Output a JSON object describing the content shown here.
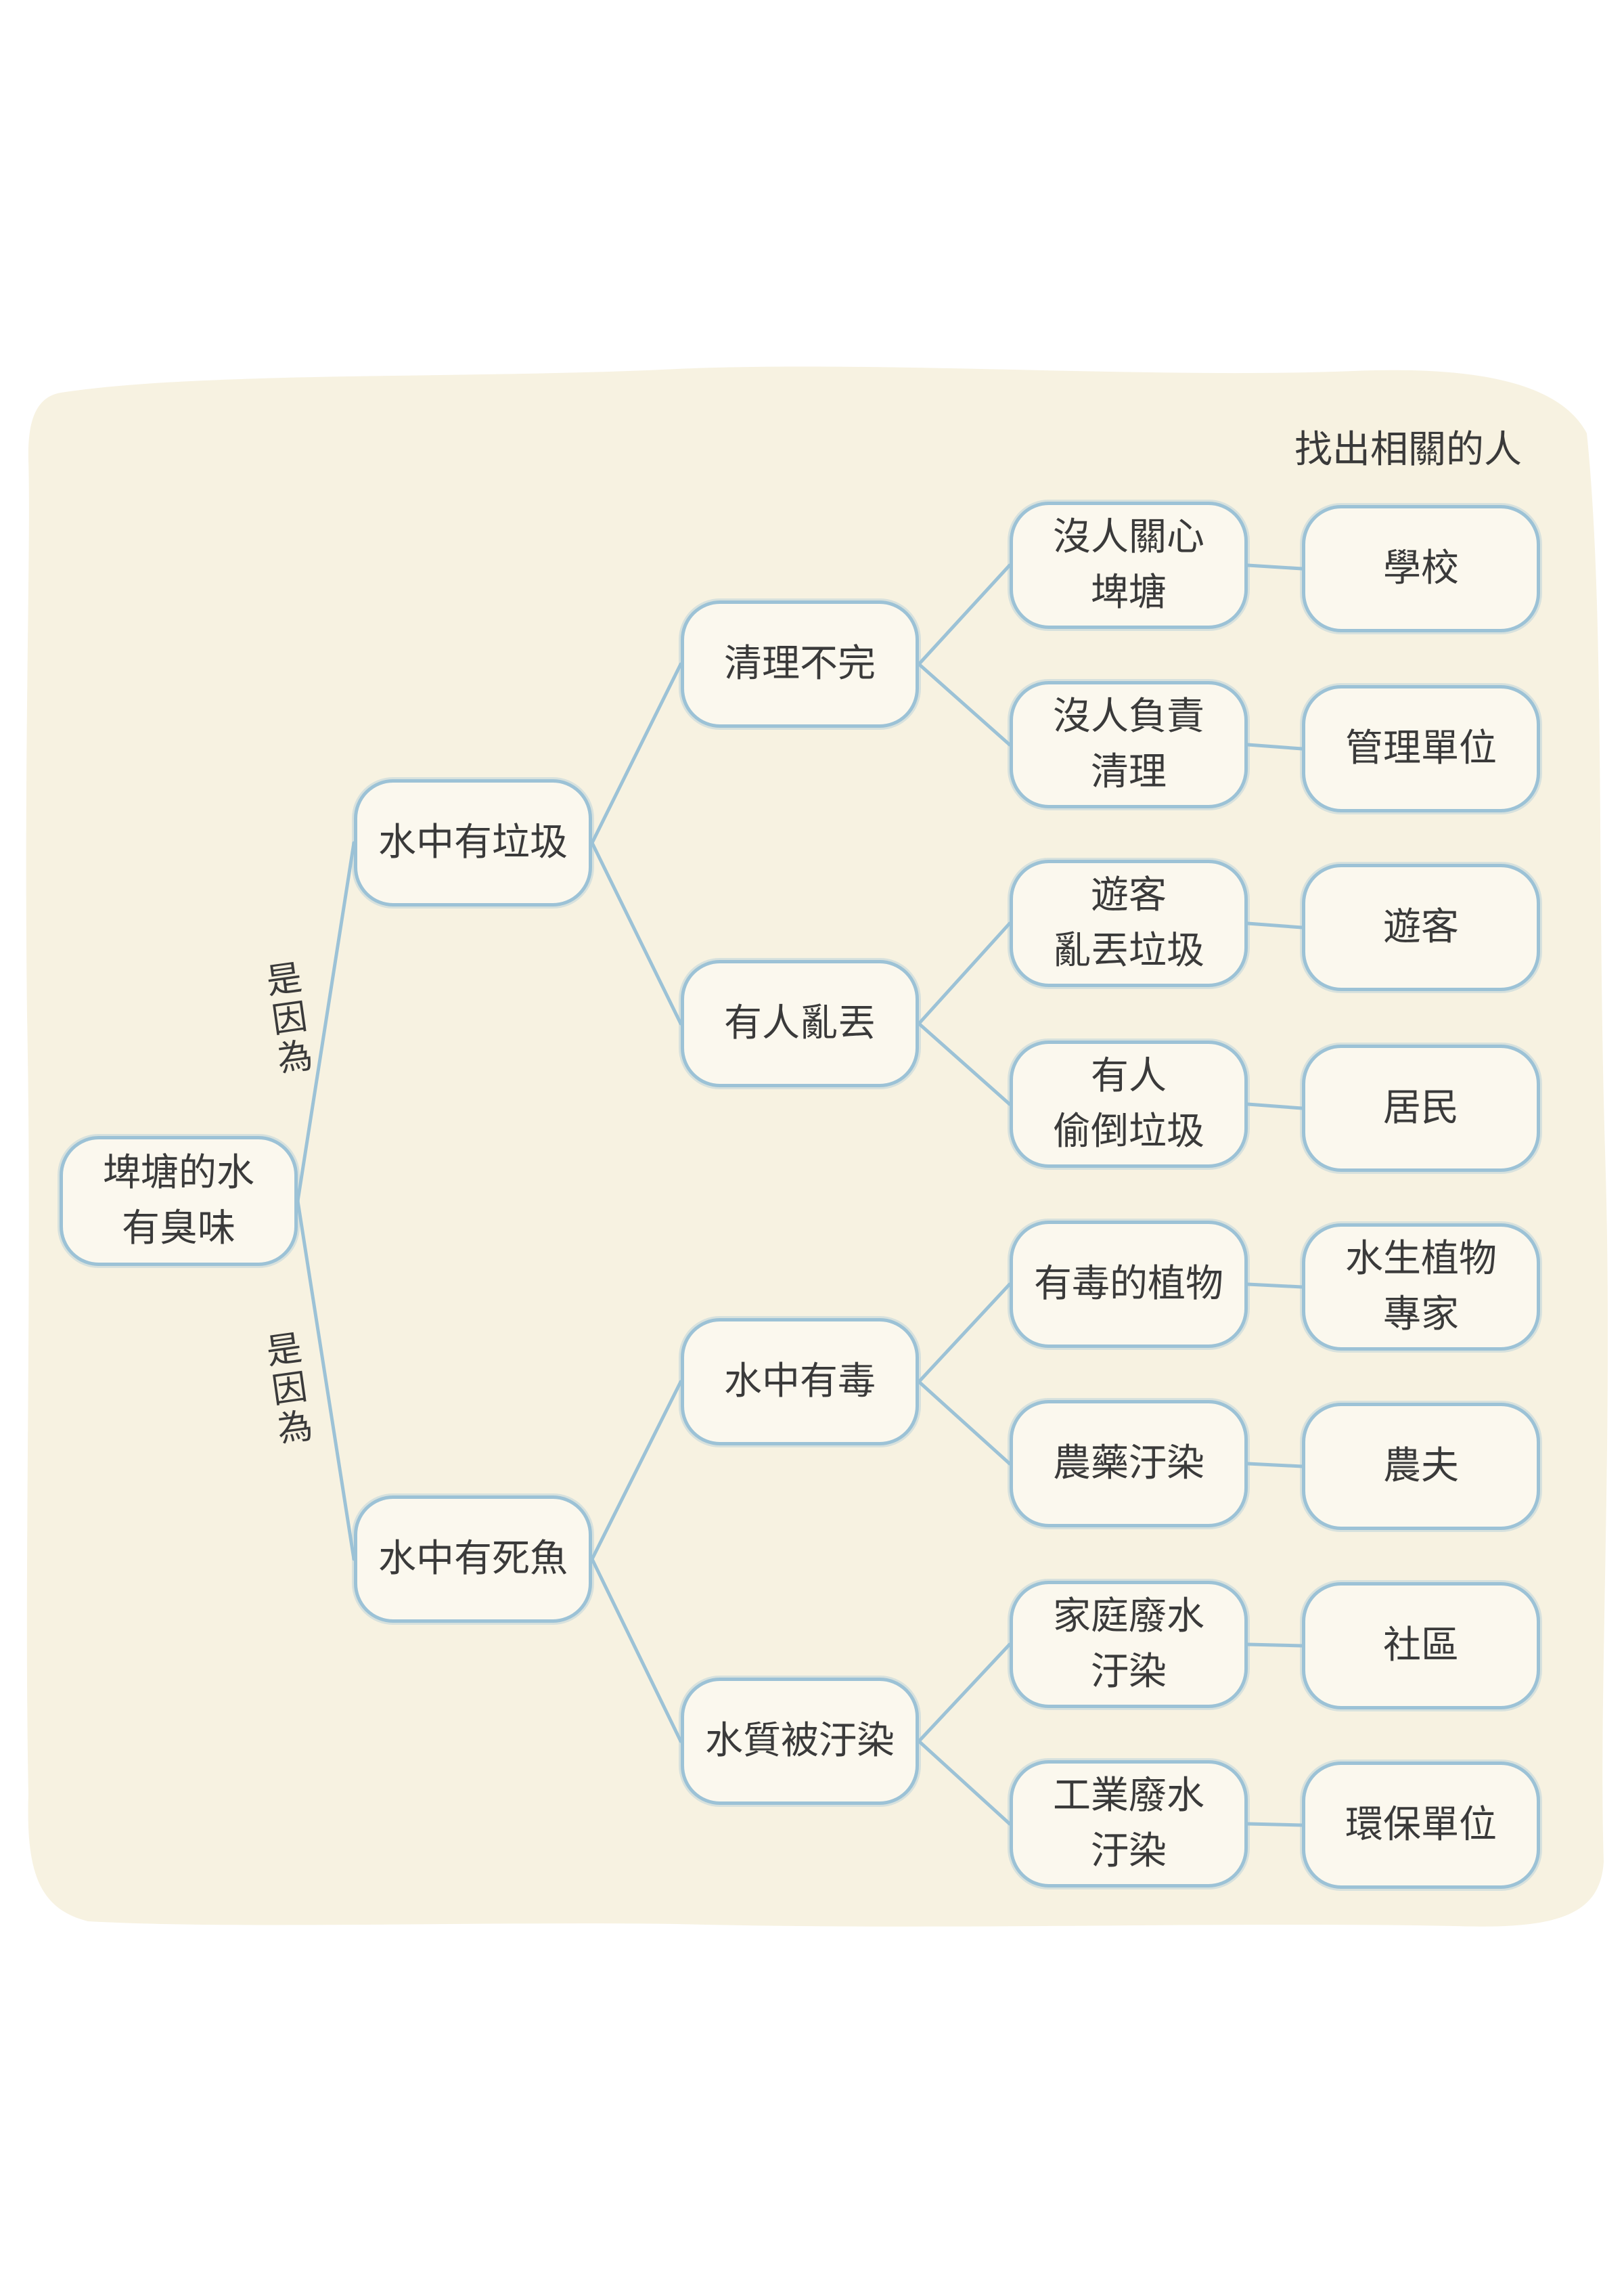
{
  "header": {
    "related_people": "找出相關的人"
  },
  "root": {
    "lines": [
      "埤塘的水",
      "有臭味"
    ]
  },
  "connectors": {
    "upper": [
      "是",
      "因",
      "為"
    ],
    "lower": [
      "是",
      "因",
      "為"
    ]
  },
  "branches": [
    {
      "label": "水中有垃圾",
      "causes": [
        {
          "label": "清理不完",
          "reasons": [
            {
              "lines": [
                "沒人關心",
                "埤塘"
              ],
              "person": [
                "學校"
              ]
            },
            {
              "lines": [
                "沒人負責",
                "清理"
              ],
              "person": [
                "管理單位"
              ]
            }
          ]
        },
        {
          "label": "有人亂丟",
          "reasons": [
            {
              "lines": [
                "遊客",
                "亂丟垃圾"
              ],
              "person": [
                "遊客"
              ]
            },
            {
              "lines": [
                "有人",
                "偷倒垃圾"
              ],
              "person": [
                "居民"
              ]
            }
          ]
        }
      ]
    },
    {
      "label": "水中有死魚",
      "causes": [
        {
          "label": "水中有毒",
          "reasons": [
            {
              "lines": [
                "有毒的植物"
              ],
              "person": [
                "水生植物",
                "專家"
              ]
            },
            {
              "lines": [
                "農藥汙染"
              ],
              "person": [
                "農夫"
              ]
            }
          ]
        },
        {
          "label": "水質被汙染",
          "reasons": [
            {
              "lines": [
                "家庭廢水",
                "汙染"
              ],
              "person": [
                "社區"
              ]
            },
            {
              "lines": [
                "工業廢水",
                "汙染"
              ],
              "person": [
                "環保單位"
              ]
            }
          ]
        }
      ]
    }
  ],
  "colors": {
    "paper": "#f7f2e1",
    "border": "#9cc2d6",
    "text": "#3a3a3a"
  }
}
